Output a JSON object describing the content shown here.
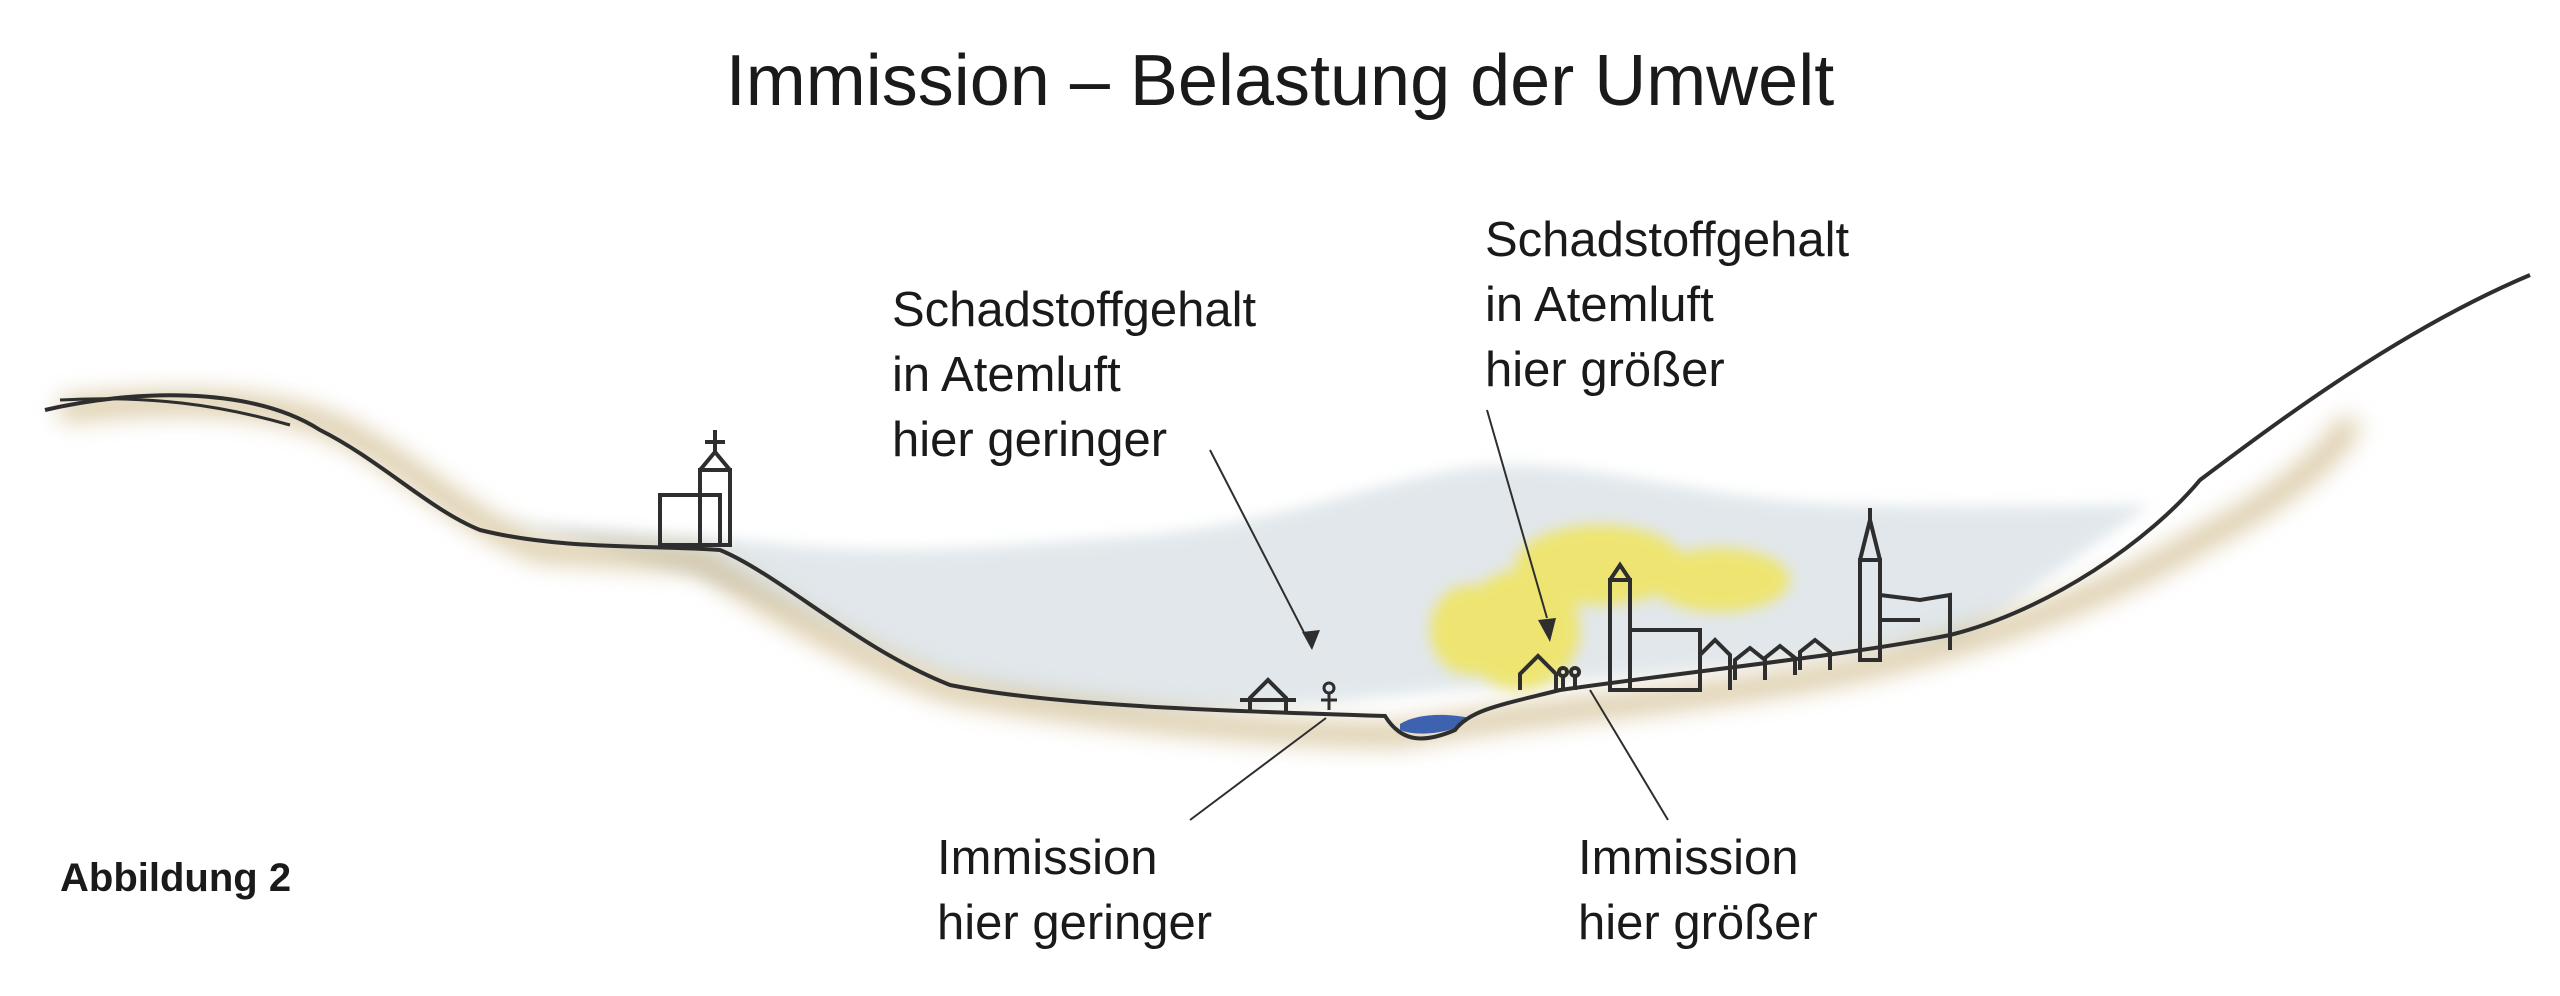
{
  "title": "Immission – Belastung der Umwelt",
  "labels": {
    "air_low": [
      "Schadstoffgehalt",
      "in Atemluft",
      "hier geringer"
    ],
    "air_high": [
      "Schadstoffgehalt",
      "in Atemluft",
      "hier größer"
    ],
    "imm_low": [
      "Immission",
      "hier geringer"
    ],
    "imm_high": [
      "Immission",
      "hier größer"
    ]
  },
  "figure_label": "Abbildung 2",
  "colors": {
    "ink": "#2e2e2e",
    "haze": "#c9d5db",
    "smog": "#f2e44a",
    "soil": "#c9b07a",
    "water": "#3d62b0"
  }
}
